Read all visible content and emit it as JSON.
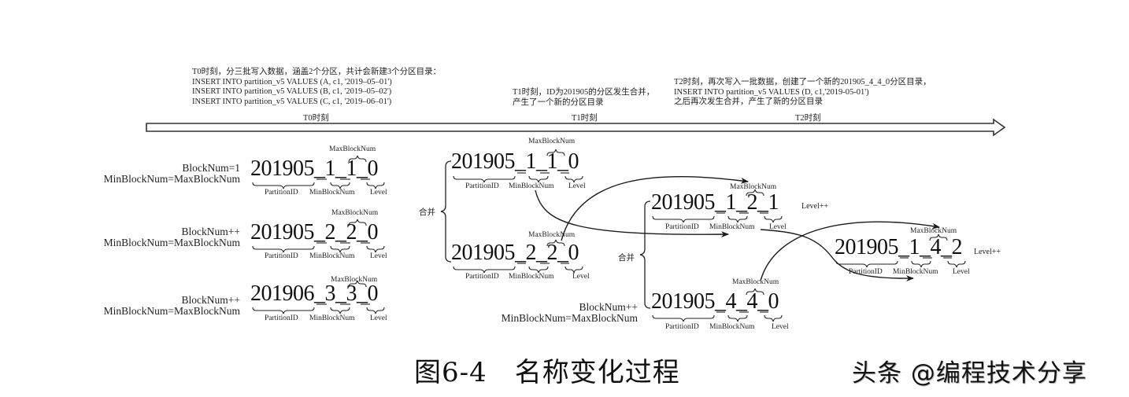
{
  "timeline": {
    "t0": {
      "notes": [
        "T0时刻，分三批写入数据，涵盖2个分区，共计会新建3个分区目录：",
        "INSERT INTO partition_v5 VALUES (A, c1, '2019–05–01')",
        "INSERT INTO partition_v5 VALUES (B, c1, '2019–05–02')",
        "INSERT INTO partition_v5 VALUES (C, c1, '2019–06–01')"
      ],
      "label": "T0时刻"
    },
    "t1": {
      "notes": [
        "T1时刻，ID为201905的分区发生合并，",
        "产生了一个新的分区目录"
      ],
      "label": "T1时刻"
    },
    "t2": {
      "notes": [
        "T2时刻，再次写入一批数据，创建了一个新的201905_4_4_0分区目录，",
        "INSERT INTO partition_v5 VALUES (D, c1,'2019-05-01')",
        "之后再次发生合并，产生了新的分区目录"
      ],
      "label": "T2时刻"
    }
  },
  "parts": {
    "p1": {
      "name": "201905_1_1_0",
      "side1": "BlockNum=1",
      "side2": "MinBlockNum=MaxBlockNum"
    },
    "p2": {
      "name": "201905_2_2_0",
      "side1": "BlockNum++",
      "side2": "MinBlockNum=MaxBlockNum"
    },
    "p3": {
      "name": "201906_3_3_0",
      "side1": "BlockNum++",
      "side2": "MinBlockNum=MaxBlockNum"
    },
    "p4": {
      "name": "201905_1_1_0"
    },
    "p5": {
      "name": "201905_2_2_0"
    },
    "p6": {
      "name": "201905_1_2_1",
      "note": "Level++"
    },
    "p7": {
      "name": "201905_4_4_0",
      "side1": "BlockNum++",
      "side2": "MinBlockNum=MaxBlockNum"
    },
    "p8": {
      "name": "201905_1_4_2",
      "note": "Level++"
    }
  },
  "annotations": {
    "partition_id": "PartitionID",
    "min_block": "MinBlockNum",
    "max_block": "MaxBlockNum",
    "level": "Level"
  },
  "merge_label": "合并",
  "caption": "图6-4　名称变化过程",
  "watermark": "头条 @编程技术分享",
  "colors": {
    "ink": "#1a1a1a",
    "background": "#ffffff"
  }
}
